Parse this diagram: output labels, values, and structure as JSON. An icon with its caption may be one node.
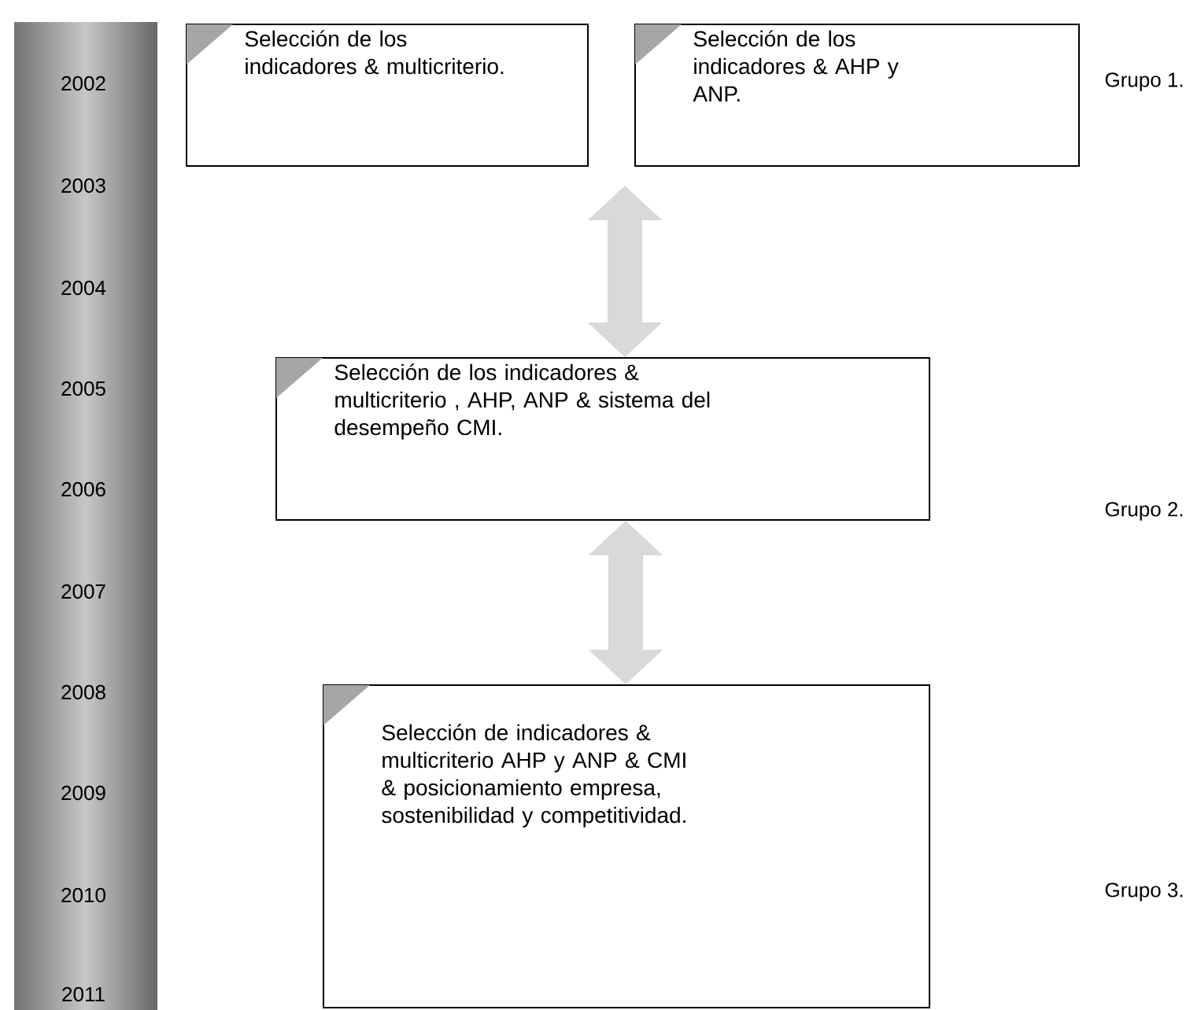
{
  "diagram": {
    "nodes": [
      {
        "text": [
          "Selección de los indicadores & multicriterio."
        ]
      },
      {
        "text": [
          "Selección de los indicadores & AHP y ANP."
        ]
      },
      {
        "text": [
          "Selección de los indicadores & multicriterio , AHP, ANP & sistema del desempeño CMI."
        ]
      },
      {
        "text": [
          "Selección de indicadores & multicriterio AHP y ANP & CMI & posicionamiento empresa, sostenibilidad y competitividad."
        ]
      }
    ],
    "edges": [
      {
        "from": null,
        "to": 2,
        "arrow": "both"
      },
      {
        "from": 2,
        "to": 3,
        "arrow": "both"
      }
    ],
    "labels": [
      "2002",
      "2003",
      "2004",
      "2005",
      "2006",
      "2007",
      "2008",
      "2009",
      "2010",
      "2011",
      "Grupo 1.",
      "Grupo 2.",
      "Grupo 3."
    ]
  }
}
